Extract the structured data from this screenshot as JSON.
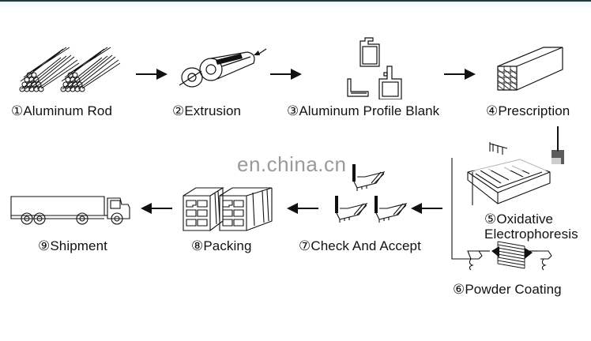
{
  "diagram": {
    "title": "Aluminum Profile Production Process",
    "watermark": "en.china.cn",
    "steps": [
      {
        "number": "①",
        "label": "Aluminum Rod",
        "icon": "aluminum-rods-icon"
      },
      {
        "number": "②",
        "label": "Extrusion",
        "icon": "extrusion-press-icon"
      },
      {
        "number": "③",
        "label": "Aluminum Profile Blank",
        "icon": "profile-blank-icon"
      },
      {
        "number": "④",
        "label": "Prescription",
        "icon": "aging-furnace-icon"
      },
      {
        "number": "⑤",
        "label": "Oxidative",
        "label_line2": "Electrophoresis",
        "icon": "oxidation-tank-icon"
      },
      {
        "number": "⑥",
        "label": "Powder Coating",
        "icon": "powder-coating-icon"
      },
      {
        "number": "⑦",
        "label": "Check And Accept",
        "icon": "inspected-profiles-icon"
      },
      {
        "number": "⑧",
        "label": "Packing",
        "icon": "packed-bundles-icon"
      },
      {
        "number": "⑨",
        "label": "Shipment",
        "icon": "truck-icon"
      }
    ],
    "flow": [
      "1→2",
      "2→3",
      "3→4",
      "4→5",
      "5→6",
      "6→7",
      "7→8",
      "8→9"
    ]
  }
}
